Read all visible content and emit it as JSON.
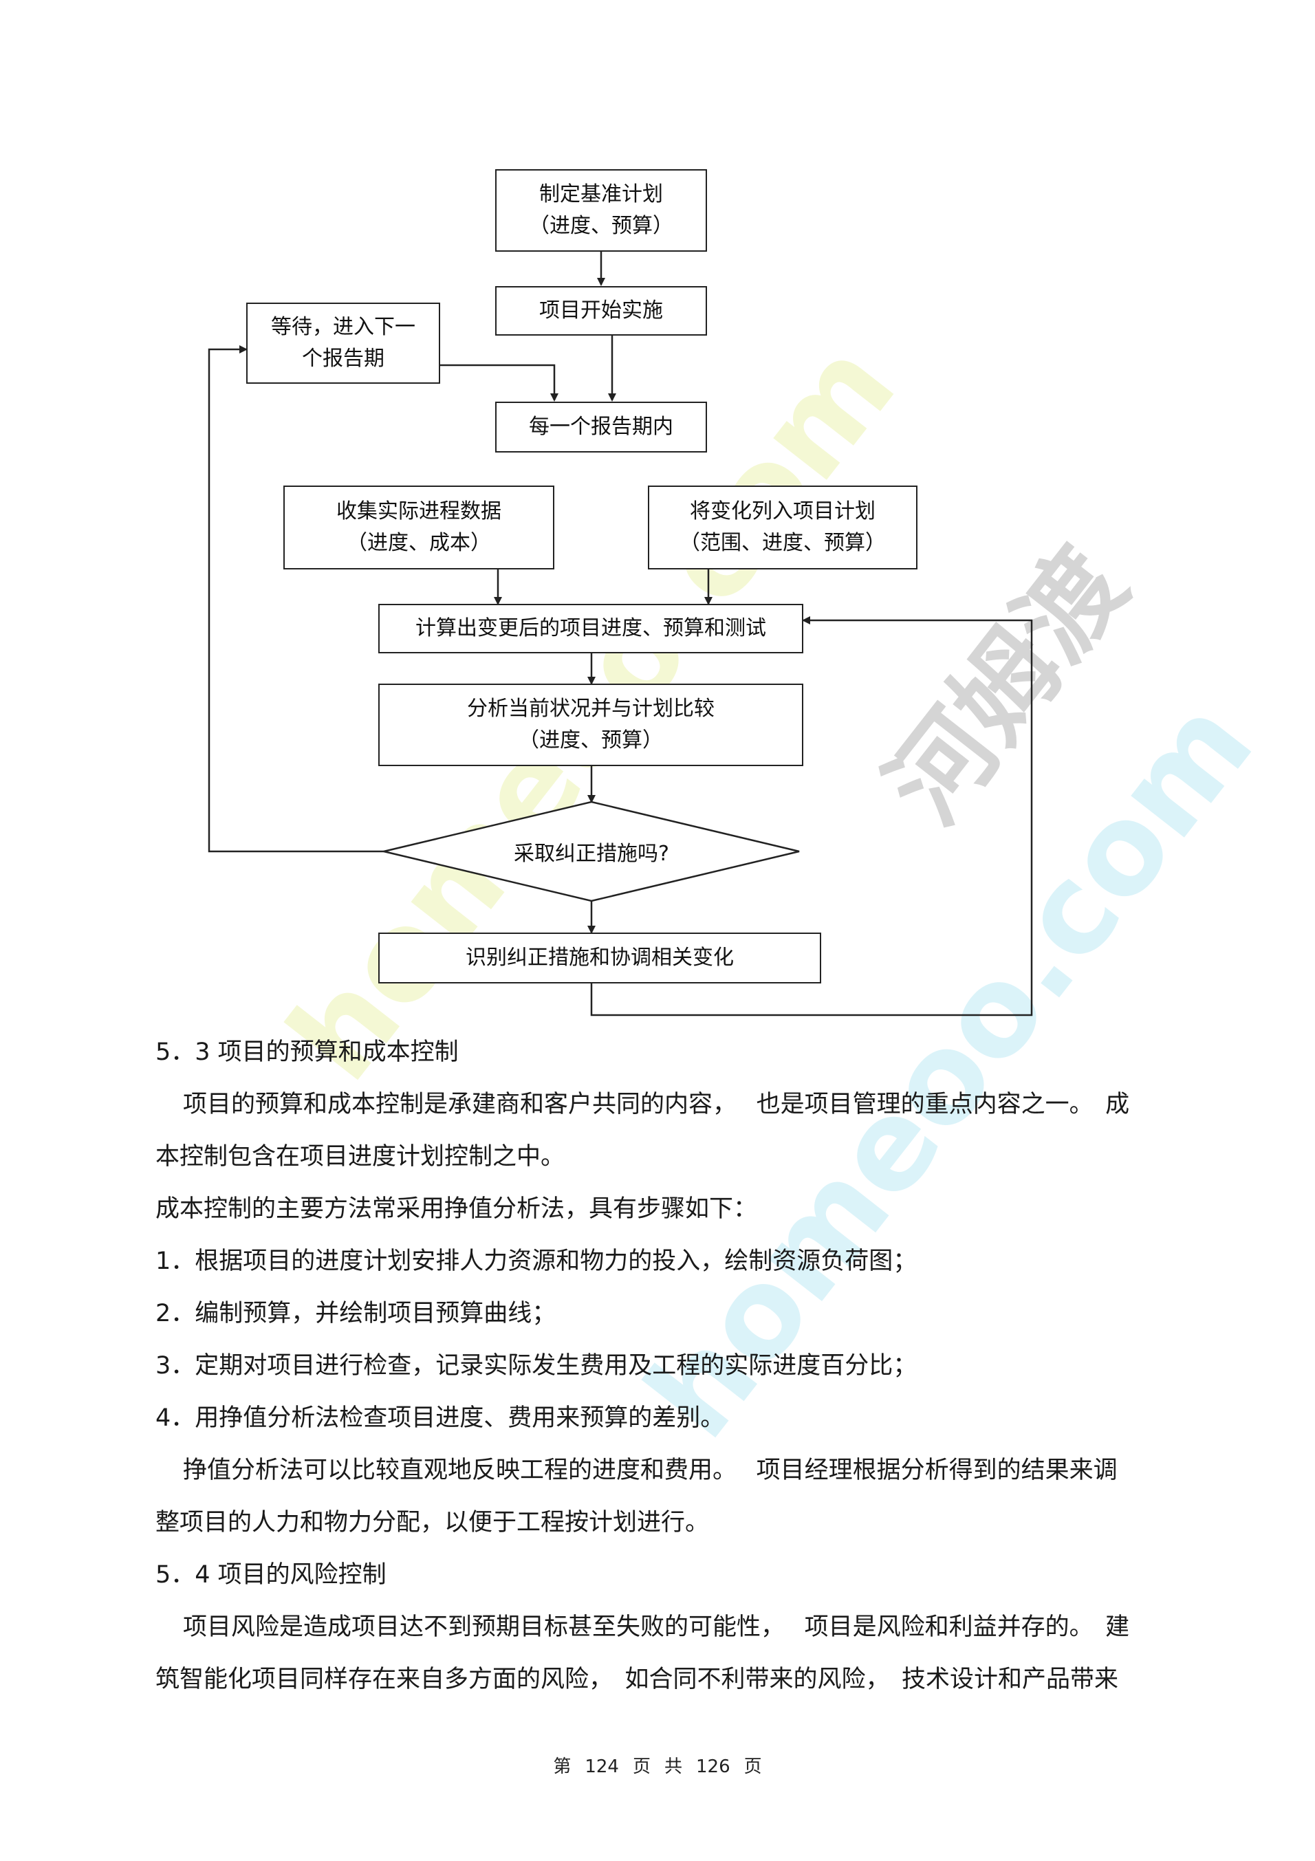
{
  "flowchart": {
    "nodes": {
      "baseline": [
        "制定基准计划",
        "（进度、预算）"
      ],
      "start": [
        "项目开始实施"
      ],
      "wait": [
        "等待，进入下一",
        "个报告期"
      ],
      "period": [
        "每一个报告期内"
      ],
      "collect": [
        "收集实际进程数据",
        "（进度、成本）"
      ],
      "changes": [
        "将变化列入项目计划",
        "（范围、进度、预算）"
      ],
      "compute": [
        "计算出变更后的项目进度、预算和测试"
      ],
      "analyze": [
        "分析当前状况并与计划比较",
        "（进度、预算）"
      ],
      "decision": [
        "采取纠正措施吗?"
      ],
      "identify": [
        "识别纠正措施和协调相关变化"
      ]
    }
  },
  "body": {
    "lines": [
      "5．3 项目的预算和成本控制",
      "项目的预算和成本控制是承建商和客户共同的内容，　 也是项目管理的重点内容之一。　成",
      "本控制包含在项目进度计划控制之中。",
      "成本控制的主要方法常采用挣值分析法，具有步骤如下：",
      "1．根据项目的进度计划安排人力资源和物力的投入，绘制资源负荷图；",
      "2．编制预算，并绘制项目预算曲线；",
      "3．定期对项目进行检查，记录实际发生费用及工程的实际进度百分比；",
      "4．用挣值分析法检查项目进度、费用来预算的差别。",
      "挣值分析法可以比较直观地反映工程的进度和费用。　 项目经理根据分析得到的结果来调",
      "整项目的人力和物力分配，以便于工程按计划进行。",
      "5．4 项目的风险控制",
      "项目风险是造成项目达不到预期目标甚至失败的可能性，　 项目是风险和利益并存的。　建",
      "筑智能化项目同样存在来自多方面的风险，　如合同不利带来的风险，　技术设计和产品带来"
    ]
  },
  "footer": {
    "page_word": "第",
    "page_no": "124",
    "page_unit": "页",
    "total_word": "共",
    "total_no": "126",
    "total_unit": "页"
  },
  "watermark": {
    "text_cn": "河姆渡",
    "text_en": "homeoo.com",
    "color_cn": "#c8c8c8",
    "color_en_cyan": "#bfeaf5",
    "color_en_yellow": "#eef5b8"
  }
}
